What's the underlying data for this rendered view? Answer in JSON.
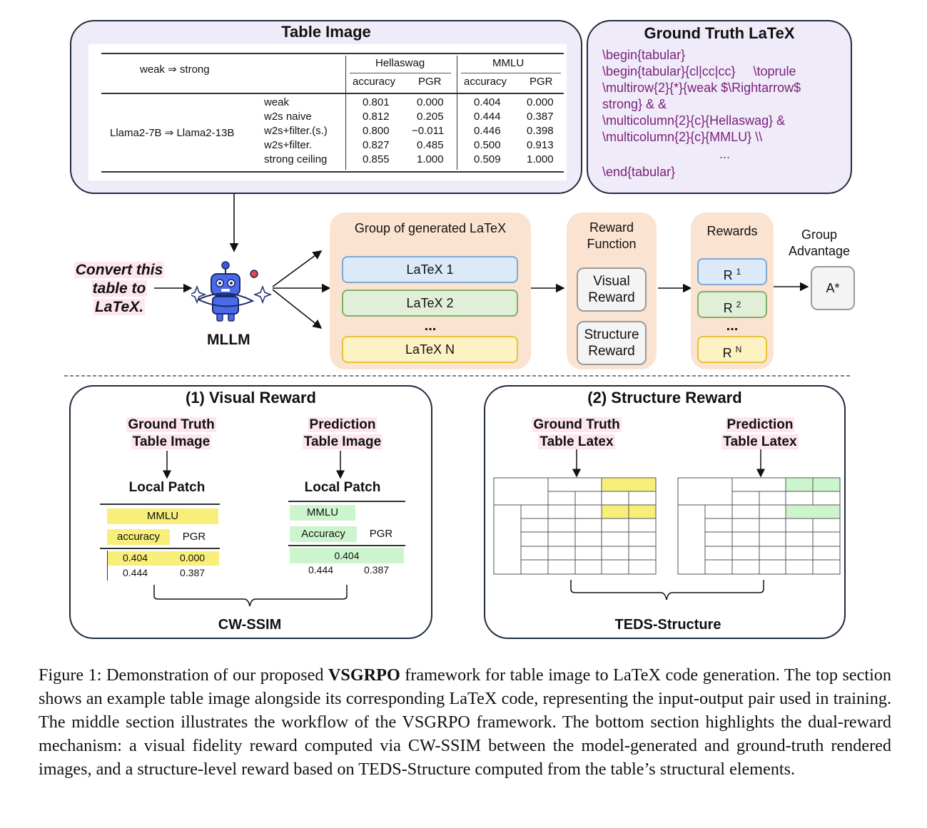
{
  "table_image": {
    "title": "Table Image",
    "header_left": "weak ⇒ strong",
    "groups": [
      "Hellaswag",
      "MMLU"
    ],
    "subheaders": [
      "accuracy",
      "PGR",
      "accuracy",
      "PGR"
    ],
    "row_group": "Llama2-7B ⇒ Llama2-13B",
    "rows": [
      {
        "label": "weak",
        "v": [
          "0.801",
          "0.000",
          "0.404",
          "0.000"
        ]
      },
      {
        "label": "w2s naive",
        "v": [
          "0.812",
          "0.205",
          "0.444",
          "0.387"
        ]
      },
      {
        "label": "w2s+filter.(s.)",
        "v": [
          "0.800",
          "−0.011",
          "0.446",
          "0.398"
        ]
      },
      {
        "label": "w2s+filter.",
        "v": [
          "0.827",
          "0.485",
          "0.500",
          "0.913"
        ]
      },
      {
        "label": "strong ceiling",
        "v": [
          "0.855",
          "1.000",
          "0.509",
          "1.000"
        ]
      }
    ]
  },
  "ground_truth": {
    "title": "Ground Truth LaTeX",
    "lines": [
      "\\begin{tabular}",
      "\\begin{tabular}{cl|cc|cc}     \\toprule",
      "\\multirow{2}{*}{weak $\\Rightarrow$",
      "strong} & &",
      "\\multicolumn{2}{c}{Hellaswag} &",
      "\\multicolumn{2}{c}{MMLU} \\\\",
      "...",
      "\\end{tabular}"
    ]
  },
  "workflow": {
    "prompt": [
      "Convert this",
      "table to",
      "LaTeX."
    ],
    "mllm": "MLLM",
    "group_title": "Group of generated LaTeX",
    "latex_items": [
      "LaTeX 1",
      "LaTeX 2",
      "...",
      "LaTeX N"
    ],
    "reward_fn_title": [
      "Reward",
      "Function"
    ],
    "visual_reward": [
      "Visual",
      "Reward"
    ],
    "structure_reward": [
      "Structure",
      "Reward"
    ],
    "rewards_title": "Rewards",
    "rewards": [
      {
        "base": "R",
        "sup": "1"
      },
      {
        "base": "R",
        "sup": "2"
      },
      {
        "base": "...",
        "sup": ""
      },
      {
        "base": "R",
        "sup": "N"
      }
    ],
    "advantage_title": [
      "Group",
      "Advantage"
    ],
    "advantage": "A*"
  },
  "visual_reward": {
    "title": "(1) Visual Reward",
    "gt_label": [
      "Ground Truth",
      "Table Image"
    ],
    "pred_label": [
      "Prediction",
      "Table Image"
    ],
    "patch_label": "Local Patch",
    "gt_patch": {
      "group": "MMLU",
      "cols": [
        "accuracy",
        "PGR"
      ],
      "rows": [
        [
          "0.404",
          "0.000"
        ],
        [
          "0.444",
          "0.387"
        ]
      ]
    },
    "pred_patch": {
      "group": "MMLU",
      "cols": [
        "Accuracy",
        "PGR"
      ],
      "rows": [
        [
          "0.404"
        ],
        [
          "0.444",
          "0.387"
        ]
      ]
    },
    "metric": "CW-SSIM"
  },
  "structure_reward": {
    "title": "(2) Structure Reward",
    "gt_label": [
      "Ground Truth",
      "Table Latex"
    ],
    "pred_label": [
      "Prediction",
      "Table Latex"
    ],
    "metric": "TEDS-Structure"
  },
  "colors": {
    "blue_fill": "#dbe9f8",
    "blue_border": "#7fa8d4",
    "green_fill": "#e1efd9",
    "green_border": "#7fb069",
    "yellow_fill": "#fdf2c4",
    "yellow_border": "#e6c23a",
    "hl_yellow": "#f8ef7a",
    "hl_green": "#cdf5cd",
    "peach": "#fbe3d2"
  },
  "caption": {
    "prefix": "Figure 1: Demonstration of our proposed",
    "bold": "VSGRPO",
    "rest": "framework for table image to LaTeX code generation. The top section shows an example table image alongside its corresponding LaTeX code, representing the input-output pair used in training. The middle section illustrates the workflow of the VSGRPO framework. The bottom section highlights the dual-reward mechanism: a visual fidelity reward computed via CW-SSIM between the model-generated and ground-truth rendered images, and a structure-level reward based on TEDS-Structure computed from the table’s structural elements."
  }
}
